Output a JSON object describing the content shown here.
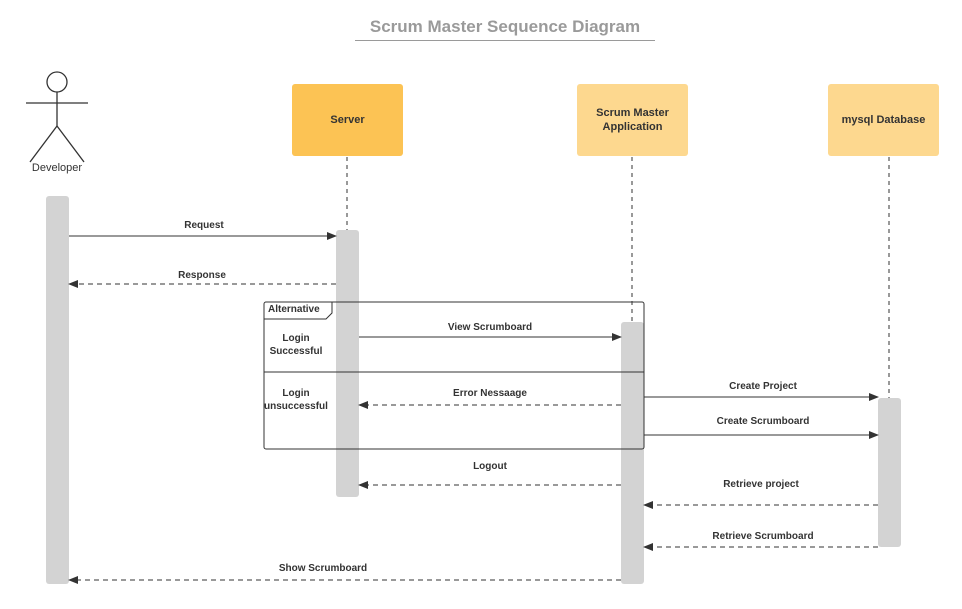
{
  "title": "Scrum Master Sequence Diagram",
  "actor": {
    "label": "Developer"
  },
  "participants": {
    "server": "Server",
    "app_line1": "Scrum Master",
    "app_line2": "Application",
    "db": "mysql Database"
  },
  "fragment": {
    "label": "Alternative",
    "guard1_line1": "Login",
    "guard1_line2": "Successful",
    "guard2_line1": "Login",
    "guard2_line2": "unsuccessful"
  },
  "messages": {
    "request": "Request",
    "response": "Response",
    "view_scrumboard": "View Scrumboard",
    "error_message": "Error Nessaage",
    "create_project": "Create Project",
    "create_scrumboard": "Create Scrumboard",
    "logout": "Logout",
    "retrieve_project": "Retrieve project",
    "retrieve_scrumboard": "Retrieve Scrumboard",
    "show_scrumboard": "Show Scrumboard"
  },
  "colors": {
    "server_fill": "#fcc354",
    "participant_fill": "#fdd88f",
    "activation_fill": "#d3d3d3",
    "line": "#333333",
    "title": "#9a9a9a"
  }
}
